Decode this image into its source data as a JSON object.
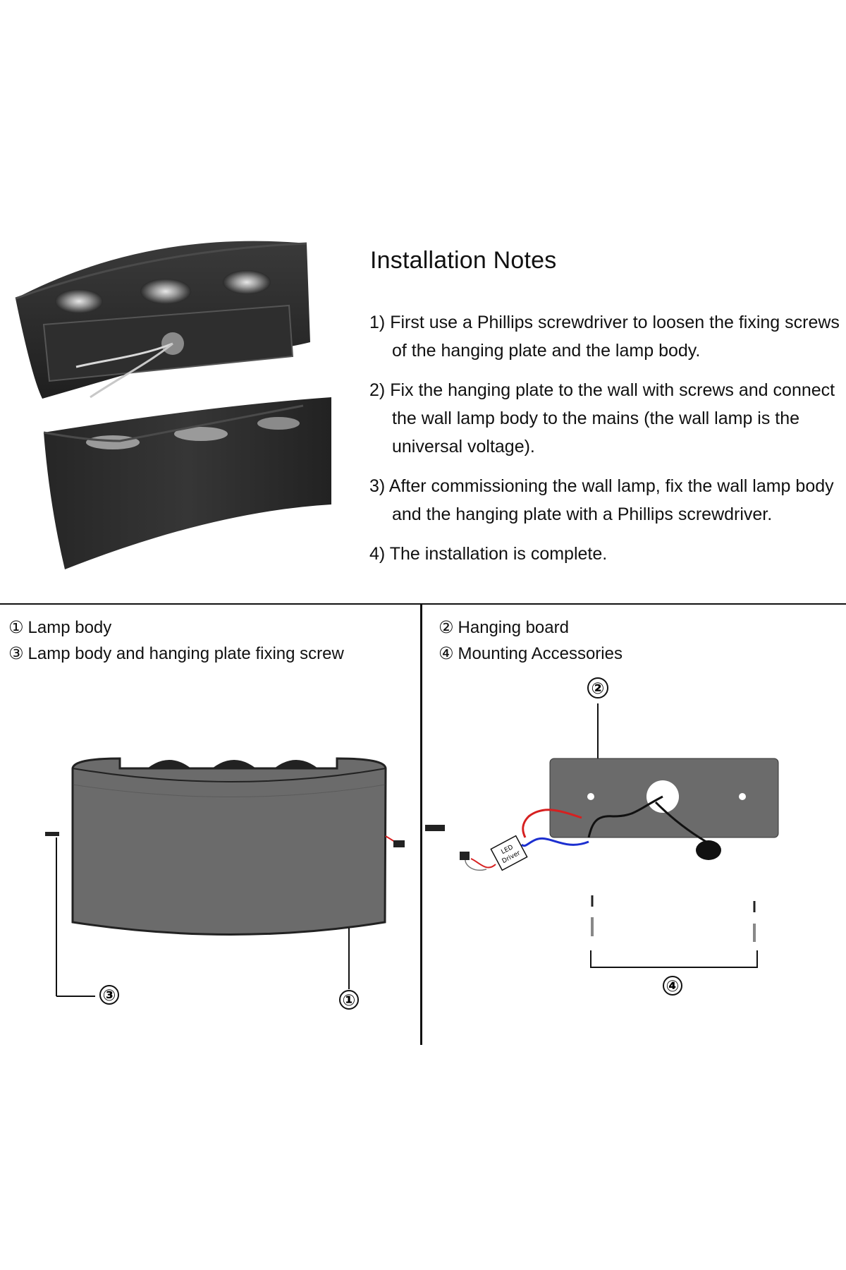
{
  "notes": {
    "title": "Installation Notes",
    "items": [
      {
        "num": "1)",
        "text": "First use a Phillips screwdriver to loosen the fixing screws of the hanging plate and the lamp body."
      },
      {
        "num": "2)",
        "text": "Fix the hanging plate to the wall with screws and connect the wall lamp body to the mains (the wall lamp is the universal voltage)."
      },
      {
        "num": "3)",
        "text": "After commissioning the wall lamp, fix the wall lamp body and the hanging plate with a Phillips screwdriver."
      },
      {
        "num": "4)",
        "text": "The installation is complete."
      }
    ]
  },
  "legend": {
    "left": [
      {
        "mark": "①",
        "text": "Lamp body"
      },
      {
        "mark": "③",
        "text": "Lamp body and hanging plate fixing screw"
      }
    ],
    "right": [
      {
        "mark": "②",
        "text": "Hanging board"
      },
      {
        "mark": "④",
        "text": "Mounting Accessories"
      }
    ]
  },
  "callouts": {
    "c1": "①",
    "c2": "②",
    "c3": "③",
    "c4": "④"
  },
  "driver_label": {
    "line1": "LED",
    "line2": "Driver"
  },
  "colors": {
    "lamp_black": "#2b2b2b",
    "diagram_gray": "#6b6b6b",
    "wire_red": "#d62020",
    "wire_blue": "#1c2fd0"
  }
}
